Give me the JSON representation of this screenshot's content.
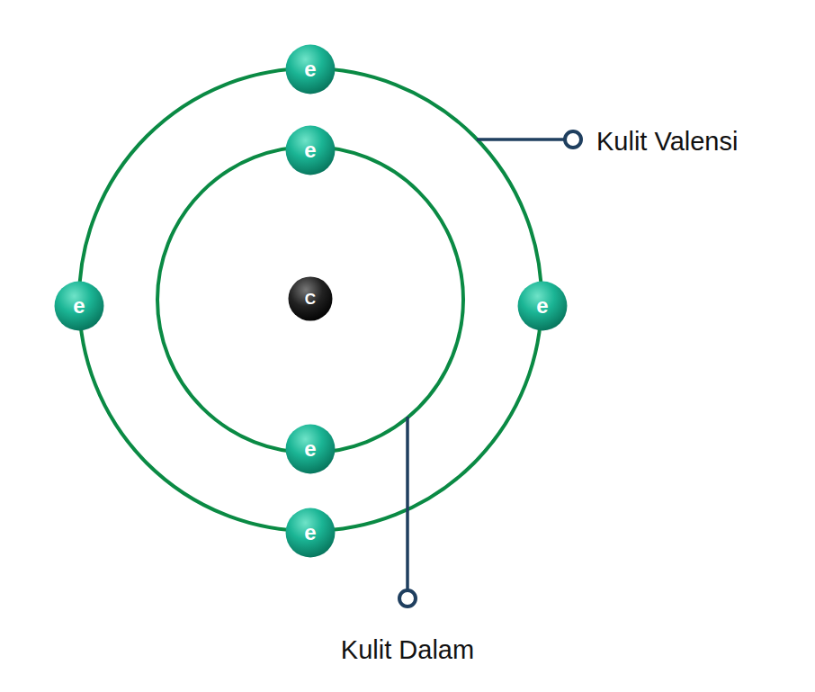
{
  "diagram": {
    "nodes": [
      {
        "text": [
          "e"
        ]
      },
      {
        "text": [
          "e"
        ]
      },
      {
        "text": [
          "e"
        ]
      },
      {
        "text": [
          "C"
        ]
      },
      {
        "text": [
          "e"
        ]
      },
      {
        "text": [
          "e"
        ]
      },
      {
        "text": [
          "e"
        ]
      }
    ],
    "labels": [
      "Kulit Valensi",
      "Kulit Dalam"
    ]
  }
}
